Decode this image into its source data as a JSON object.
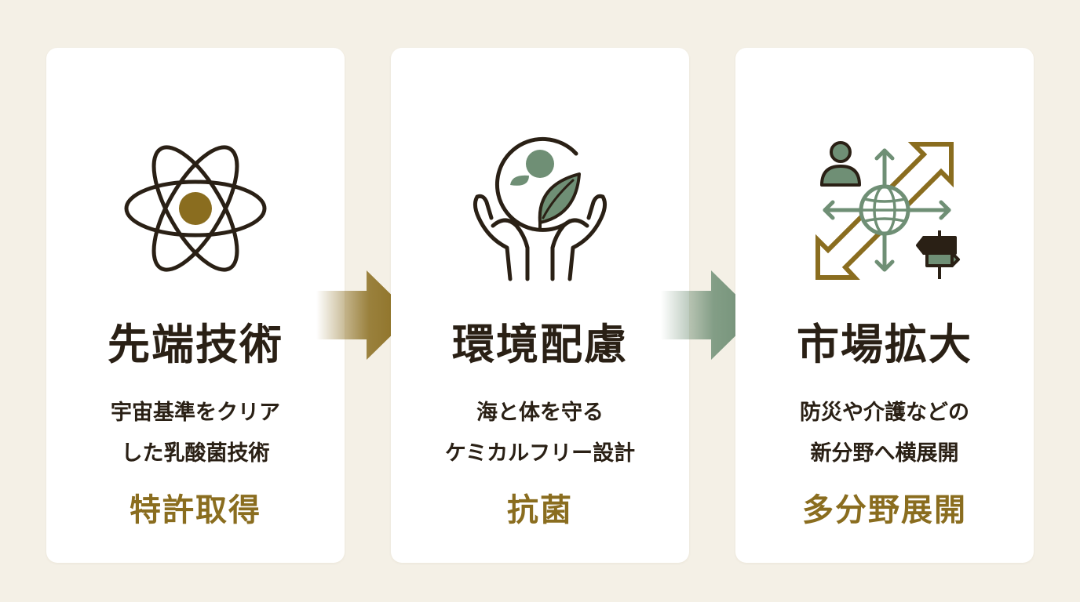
{
  "colors": {
    "background": "#f4f0e6",
    "card": "#ffffff",
    "text_dark": "#2a2015",
    "accent_gold": "#8a6d1f",
    "accent_green": "#6f8f75"
  },
  "cards": [
    {
      "icon": "atom-icon",
      "title": "先端技術",
      "desc_lines": [
        "宇宙基準をクリア",
        "した乳酸菌技術"
      ],
      "tag": "特許取得"
    },
    {
      "icon": "hands-leaf-icon",
      "title": "環境配慮",
      "desc_lines": [
        "海と体を守る",
        "ケミカルフリー設計"
      ],
      "tag": "抗菌"
    },
    {
      "icon": "market-expansion-icon",
      "title": "市場拡大",
      "desc_lines": [
        "防災や介護などの",
        "新分野へ横展開"
      ],
      "tag": "多分野展開"
    }
  ],
  "arrows": [
    {
      "icon": "arrow-right-icon",
      "color": "#8a6d1f"
    },
    {
      "icon": "arrow-right-icon",
      "color": "#6f8f75"
    }
  ]
}
